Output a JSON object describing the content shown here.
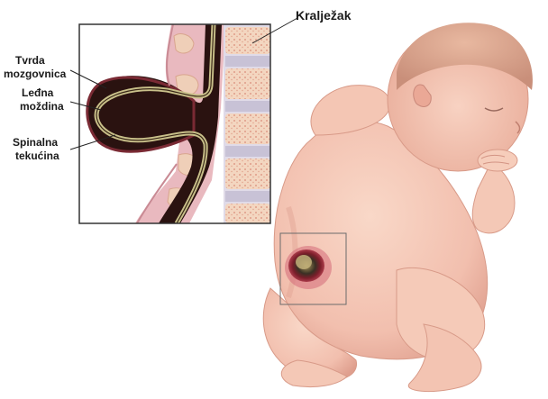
{
  "labels": {
    "dura_line1": "Tvrda",
    "dura_line2": "mozgovnica",
    "cord_line1": "Leđna",
    "cord_line2": "moždina",
    "fluid_line1": "Spinalna",
    "fluid_line2": "tekućina",
    "vertebra": "Kralježak"
  },
  "colors": {
    "skin": "#f3c3b0",
    "skin_shadow": "#dc9c8c",
    "hair": "#d9a28c",
    "bone": "#f0cfb8",
    "disc": "#c8c2d6",
    "dura": "#2a1210",
    "cord": "#c9c08a",
    "tissue_pink": "#e8b3b8",
    "lesion": "#8a1e2c",
    "inset_border": "#333333"
  }
}
